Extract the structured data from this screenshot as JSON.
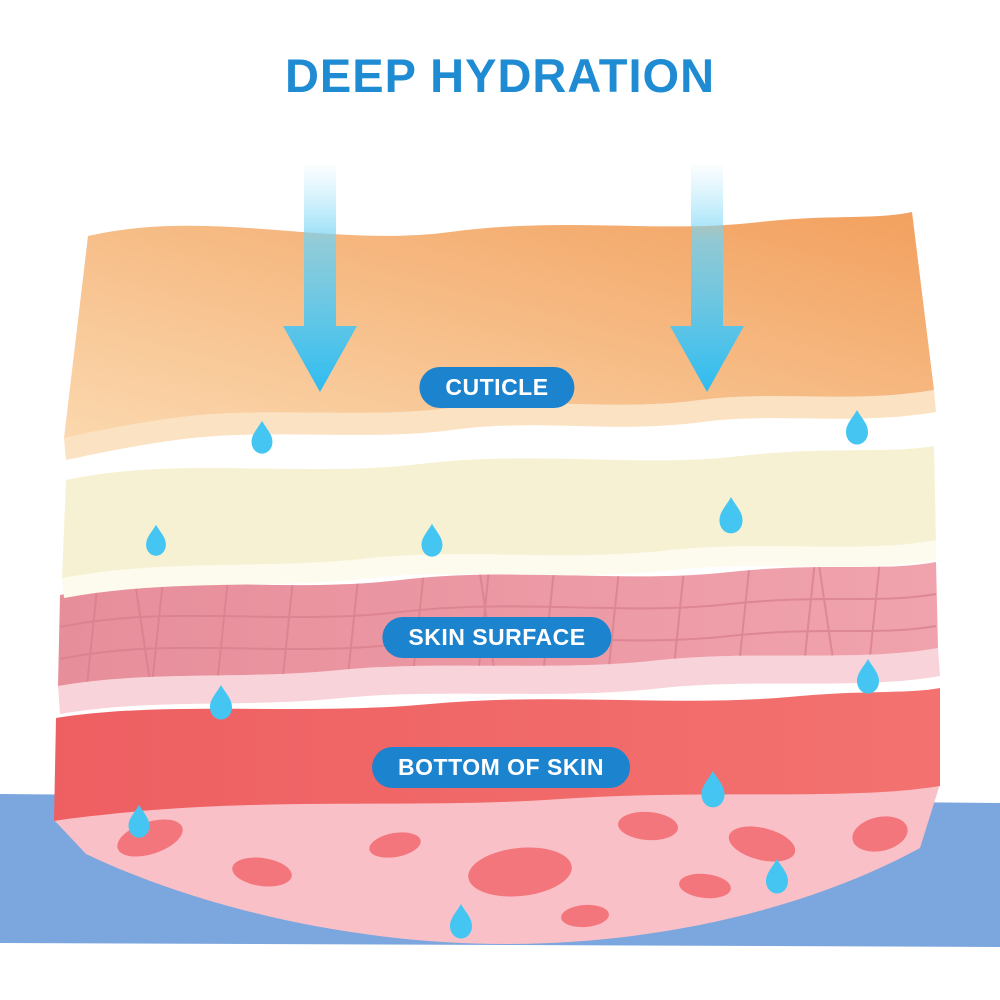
{
  "title": "DEEP HYDRATION",
  "labels": {
    "cuticle": "CUTICLE",
    "skin_surface": "SKIN SURFACE",
    "bottom_of_skin": "BOTTOM OF SKIN"
  },
  "icons": {
    "arrows": "arrow-down-icon (2, hydration entering skin)",
    "droplets": "water-droplet-icon (11, moisture between layers)"
  },
  "colors": {
    "title": "#1e8bd2",
    "pill": "#1c83ce",
    "arrow": "#3fc1f0",
    "droplet": "#45c6f2",
    "cuticle_top": "#f4a466",
    "cuticle_light": "#fbd8ae",
    "cuticle_edge": "#fbe2c2",
    "cream": "#f7f1d3",
    "cream_edge": "#fdfaee",
    "surface": "#ec9aa5",
    "surface_grid": "#d87f8e",
    "surface_edge": "#f8d3d9",
    "bottom": "#f1696a",
    "cells_bg": "#f9c0c7",
    "cell": "#f4767d",
    "ground": "#7ba6de"
  }
}
